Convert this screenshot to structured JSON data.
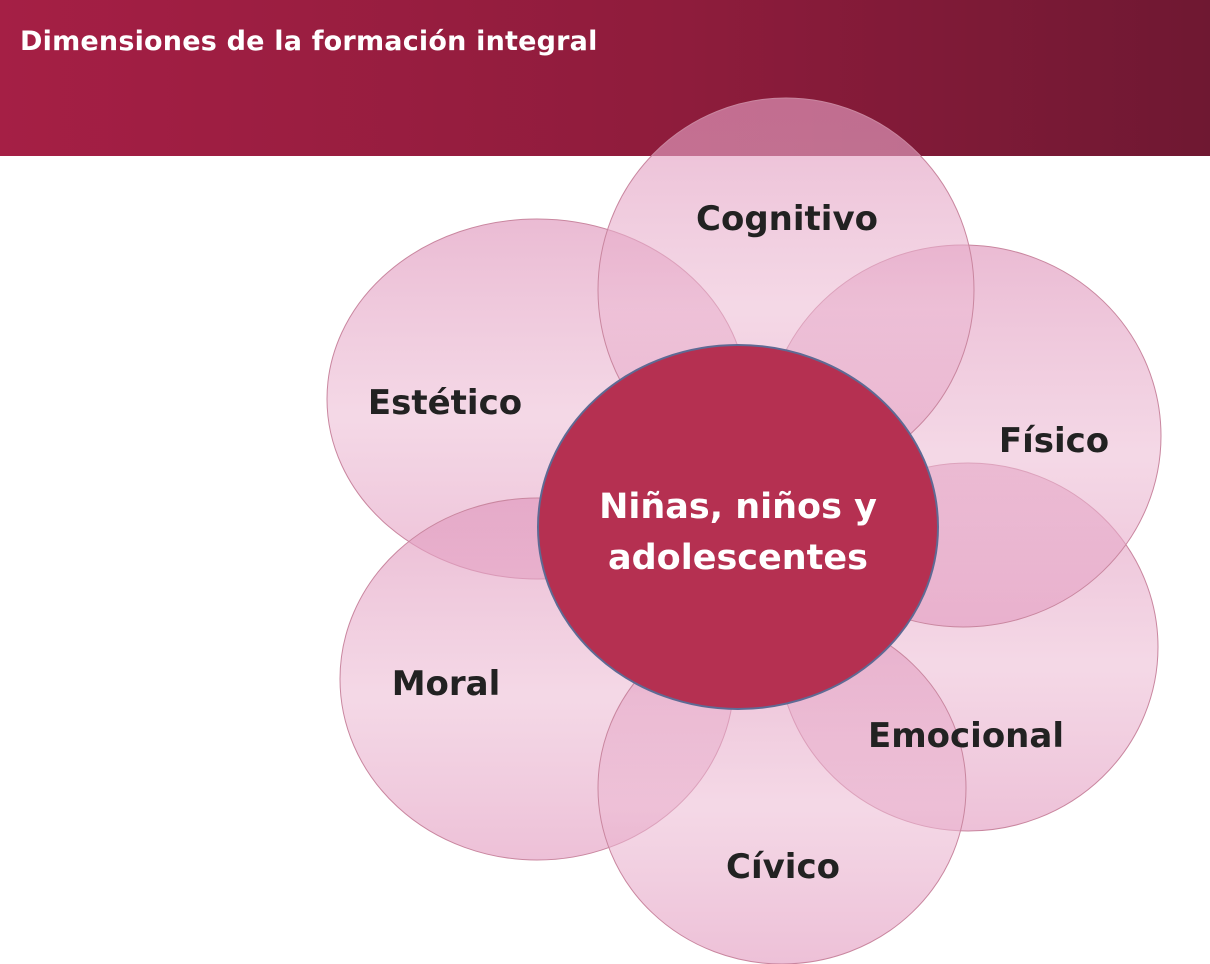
{
  "title": "Dimensiones de la formación integral",
  "center": {
    "line1": "Niñas, niños y",
    "line2": "adolescentes"
  },
  "dimensions": [
    "Cognitivo",
    "Físico",
    "Emocional",
    "Cívico",
    "Moral",
    "Estético"
  ],
  "colors": {
    "header": "#a51f45",
    "center_fill": "#b53051",
    "petal_fill": "#e7a9c8"
  }
}
